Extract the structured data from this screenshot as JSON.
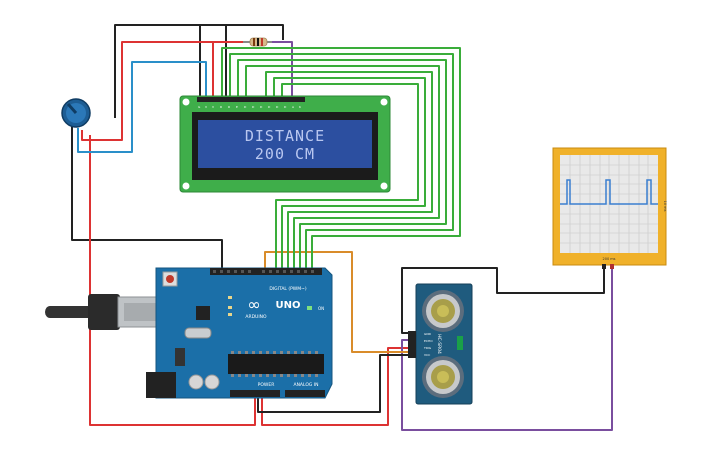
{
  "circuit": {
    "lcd": {
      "line1": "DISTANCE",
      "line2": "200 CM",
      "backlight_color": "#2c4fa0",
      "text_color": "#b9c7f0",
      "pcb_color": "#3fae4a"
    },
    "arduino": {
      "logo": "∞",
      "model": "UNO",
      "brand": "ARDUINO",
      "digital_label": "DIGITAL (PWM~)",
      "power_label": "POWER",
      "analog_label": "ANALOG IN",
      "on_label": "ON",
      "board_color": "#1b6fa8"
    },
    "sensor": {
      "name": "HC-SR04",
      "pins": [
        "GND",
        "ECHO",
        "TRIG",
        "VCC"
      ],
      "board_color": "#1f5b7e"
    },
    "oscilloscope": {
      "side_label": "10 ms",
      "bottom_label": "200 ms",
      "frame_color": "#f0b12a",
      "trace_color": "#3a7fd0"
    },
    "wire_colors": {
      "black": "#222222",
      "red": "#d33232",
      "blue": "#2a8fc9",
      "green": "#3aad3a",
      "purple": "#7a4e9e",
      "orange": "#d98c2a"
    }
  }
}
